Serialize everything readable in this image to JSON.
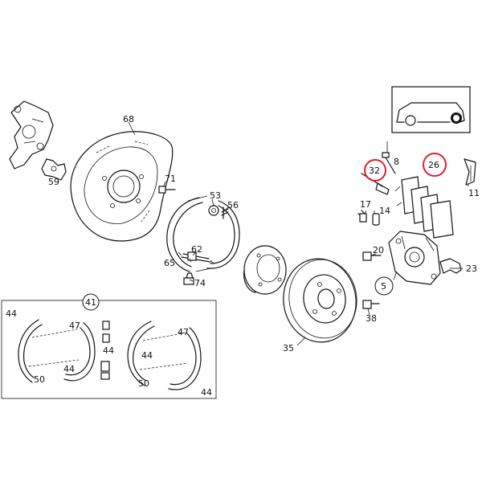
{
  "labels": {
    "p68": "68",
    "p59": "59",
    "p71": "71",
    "p53": "53",
    "p56": "56",
    "p62": "62",
    "p65": "65",
    "p74": "74",
    "p8": "8",
    "p32": "32",
    "p26": "26",
    "p11": "11",
    "p17": "17",
    "p14": "14",
    "p20": "20",
    "p5": "5",
    "p23": "23",
    "p38": "38",
    "p35": "35",
    "p41": "41",
    "p44a": "44",
    "p47a": "47",
    "p44b": "44",
    "p50a": "50",
    "p44c": "44",
    "p47b": "47",
    "p44d": "44",
    "p50b": "50",
    "p44e": "44"
  },
  "colors": {
    "line": "#111111",
    "highlight": "#e0202a",
    "background": "#ffffff"
  },
  "icons": {
    "vehicle": "station-wagon-icon",
    "rear_wheel_marker": "rear-wheel-marker-icon"
  }
}
